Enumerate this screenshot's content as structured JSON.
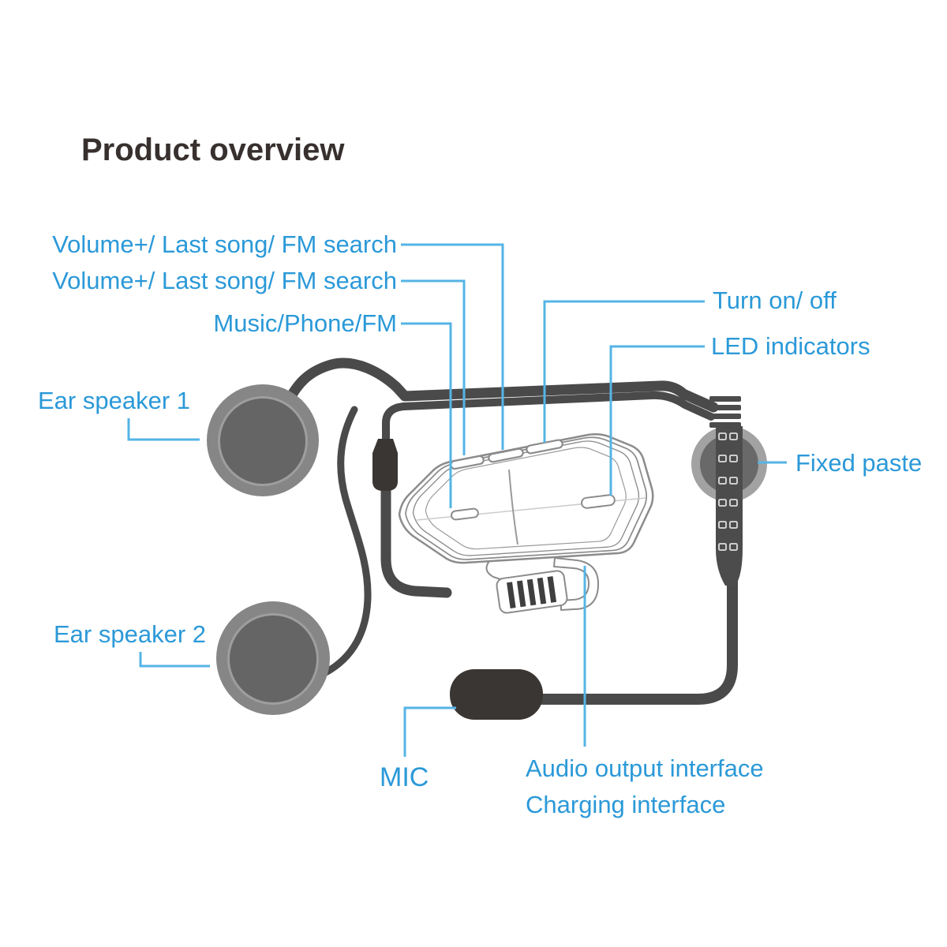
{
  "title": "Product overview",
  "labels": {
    "volume_last_song_fm_1": "Volume+/ Last song/ FM search",
    "volume_last_song_fm_2": "Volume+/ Last song/ FM search",
    "music_phone_fm": "Music/Phone/FM",
    "turn_on_off": "Turn on/ off",
    "led_indicators": "LED indicators",
    "ear_speaker_1": "Ear speaker 1",
    "ear_speaker_2": "Ear speaker 2",
    "fixed_paste": "Fixed paste",
    "mic": "MIC",
    "audio_output_interface": "Audio output interface",
    "charging_interface": "Charging interface"
  },
  "colors": {
    "label_text": "#2b99d8",
    "callout_line": "#55b4e6",
    "title_text": "#37302e",
    "cable": "#4a4a4a",
    "dark_parts": "#3a3633",
    "unit_outline": "#8b8b8b",
    "speaker_ring": "#868686",
    "speaker_inner": "#656565",
    "paste_ring": "#a2a2a2",
    "paste_inner": "#696969",
    "background": "#ffffff"
  }
}
